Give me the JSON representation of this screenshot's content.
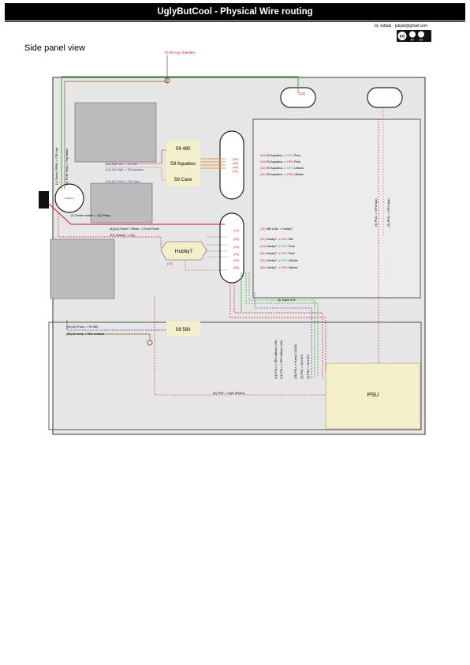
{
  "title": "UglyButCool - Physical Wire routing",
  "author": "by Jubjub - jubjub@gmail.com",
  "license": {
    "logo_text": "cc",
    "badges": [
      "BY",
      "SA"
    ]
  },
  "heading": "Side panel view",
  "top_note": "To the top chamber",
  "top_hole_label": "(12)",
  "fans": {
    "f480": "S9 480",
    "aquabus": "S9 Aquabus",
    "case": "S9 Case",
    "s560": "S9 560"
  },
  "hubby": "Hubby7",
  "psu": "PSU",
  "radiator": "Radiator",
  "left_labels": {
    "l1": "(1) Tacho1 RPM -> CPU fan",
    "l2": "(2) PCM Temp-> Top intake"
  },
  "aqf_labels": {
    "a1": "(13) AQF w/o -> S9 480",
    "a2": "(13) AQ High -> S9 Aquabus",
    "a3": "(13) AQ Fan3 -> S9 Case",
    "a4": "(1) Power switch -> AQ Relay",
    "a5": "(4)(14) Power + Reset -> Front Panel",
    "a6": "(21) Hubby7 -> AQ",
    "a7": "(13)"
  },
  "connector_upper": [
    "(29)",
    "(30)",
    "(33)",
    "(31)"
  ],
  "connector_lower": [
    "(14)",
    "(22)",
    "(23)",
    "(24)",
    "(25)",
    "(26)"
  ],
  "mb_labels_upper": [
    {
      "num": "(29)",
      "pre": "S9 Aquabus -> ",
      "color_word": "CPU",
      "post": " Flow"
    },
    {
      "num": "(30)",
      "pre": "S9 Aquabus -> ",
      "color_word": "CPU",
      "post": " Flow"
    },
    {
      "num": "(33)",
      "pre": "S9 Aquabus -> ",
      "color_word": "GPU",
      "post": " Ulttube"
    },
    {
      "num": "(31)",
      "pre": "S9 Aquabus -> ",
      "color_word": "CPU",
      "post": " Ulttube"
    }
  ],
  "mb_labels_lower": [
    {
      "num": "(14)",
      "pre": "MB USB -> Hubby7",
      "color_word": "",
      "post": ""
    },
    {
      "num": "(22)",
      "pre": "Hubby7 -> ",
      "color_word": "CPU",
      "post": " WB"
    },
    {
      "num": "(23)",
      "pre": "Hubby7 -> ",
      "color_word": "GPU",
      "post": " Flow"
    },
    {
      "num": "(24)",
      "pre": "Hubby7 -> ",
      "color_word": "CPU",
      "post": " Flow"
    },
    {
      "num": "(25)",
      "pre": "Hubby7 -> ",
      "color_word": "GPU",
      "post": " Ulttube"
    },
    {
      "num": "(26)",
      "pre": "Hubby7 -> ",
      "color_word": "CPU",
      "post": " Ulttube"
    }
  ],
  "pin24": "(1) 24pin ATX",
  "psu_vert": [
    "(3) PSU -> GPU 6pin",
    "(3) PSU -> GPU 6pin"
  ],
  "bottom_labels": {
    "b1": "(16) AQ Fan4 -> S9 560",
    "b2": "(28) Air temp -> 560 exhaust",
    "b3": "(3) PSU -> AQE (Molex)"
  },
  "bottom_vert": [
    "(21) PSU -> GPU Ulttube (VW)",
    "(21) PSU -> CPU Ulttube (VW)",
    "(18) PSU -> Hubby7 (SATA)",
    "(3) PSU -> 8x4 ATA",
    "(3) PSU -> 8x4 ATA"
  ],
  "colors": {
    "red": "#d0142a",
    "green": "#3aa43a",
    "orange": "#e09a3c",
    "purple": "#6a4aa0",
    "tan": "#f3efc8",
    "fan": "#f4f0cc",
    "gray": "#bcbcbc",
    "case": "#e6e6e6"
  }
}
